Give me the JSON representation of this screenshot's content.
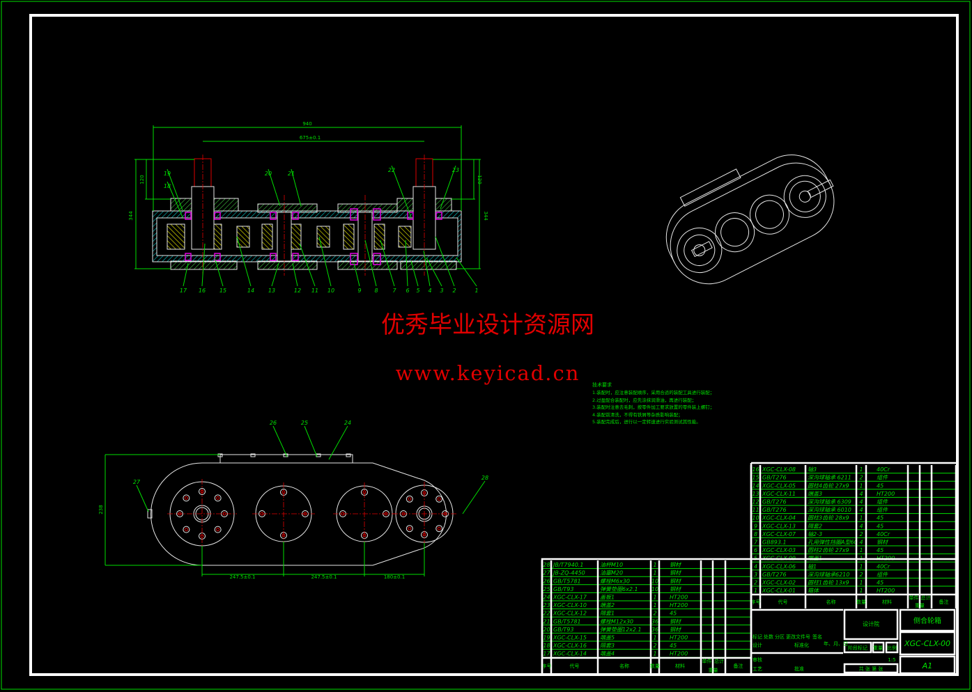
{
  "watermark": {
    "title": "优秀毕业设计资源网",
    "url": "www.keyicad.cn",
    "color": "#e00000"
  },
  "colors": {
    "frame": "#00e000",
    "outline": "#e8e8e8",
    "centerline": "#e00000",
    "hatch_housing": "#00c8c8",
    "hatch_gear": "#d8d800",
    "bearing": "#e000e0"
  },
  "dimensions": {
    "top_overall_length": "940",
    "top_center_distance": "675±0.1",
    "top_height_left": "344",
    "top_height_right": "344",
    "top_shaft_left": "120",
    "top_shaft_right": "120",
    "front_height": "238",
    "front_spacing_1": "247.5±0.1",
    "front_spacing_2": "247.5±0.1",
    "front_spacing_3": "180±0.1"
  },
  "balloons": {
    "top_view": [
      "1",
      "2",
      "3",
      "4",
      "5",
      "6",
      "7",
      "8",
      "9",
      "10",
      "11",
      "12",
      "13",
      "14",
      "15",
      "16",
      "17",
      "18",
      "19",
      "20",
      "21",
      "22",
      "23"
    ],
    "front_view": [
      "24",
      "25",
      "26",
      "27",
      "28"
    ]
  },
  "technical_requirements": {
    "title": "技术要求",
    "items": [
      "1.装配时，应注意装配顺序，采用合适的装配工具进行装配；",
      "2.过盈配合装配时，应先涂抹润滑油，再进行装配；",
      "3.装配时注意去毛刺，按零件加工要求放置的零件装上螺钉；",
      "4.装配前清洗，不得有铁屑等杂质影响装配；",
      "5.装配完成后，进行以一定转速进行实验测试其性能。"
    ]
  },
  "bom_header": {
    "seq": "序号",
    "code": "代号",
    "name": "名称",
    "qty": "数量",
    "material": "材料",
    "single": "单件",
    "total": "总计",
    "weight": "重量",
    "remark": "备注"
  },
  "bom_right": [
    [
      "16",
      "XGC-CLX-08",
      "轴3",
      "1",
      "40Cr"
    ],
    [
      "15",
      "GB/T276",
      "深沟球轴承 6211",
      "2",
      "组件"
    ],
    [
      "14",
      "XGC-CLX-05",
      "圆柱4齿轮 27x9",
      "1",
      "45"
    ],
    [
      "13",
      "XGC-CLX-11",
      "端盖3",
      "4",
      "HT200"
    ],
    [
      "12",
      "GB/T276",
      "深沟球轴承 6309",
      "4",
      "组件"
    ],
    [
      "11",
      "GB/T276",
      "深沟球轴承 6010",
      "4",
      "组件"
    ],
    [
      "10",
      "XGC-CLX-04",
      "圆柱3齿轮 28x9",
      "1",
      "45"
    ],
    [
      "9",
      "XGC-CLX-13",
      "隔套2",
      "4",
      "45"
    ],
    [
      "8",
      "XGC-CLX-07",
      "轴2-3",
      "2",
      "40Cr"
    ],
    [
      "7",
      "GB893.1",
      "孔用弹性挡圈A型60",
      "4",
      "钢材"
    ],
    [
      "6",
      "XGC-CLX-03",
      "圆柱2齿轮 27x9",
      "1",
      "45"
    ],
    [
      "5",
      "XGC-CLX-09",
      "端盖1",
      "1",
      "HT200"
    ],
    [
      "4",
      "XGC-CLX-06",
      "轴1",
      "1",
      "40Cr"
    ],
    [
      "3",
      "GB/T276",
      "深沟球轴承6210",
      "2",
      "组件"
    ],
    [
      "2",
      "XGC-CLX-02",
      "圆柱1齿轮 13x9",
      "1",
      "45"
    ],
    [
      "1",
      "XGC-CLX-01",
      "箱体",
      "1",
      "HT200"
    ]
  ],
  "bom_left": [
    [
      "28",
      "JB/T7940.1",
      "油杯M10",
      "1",
      "钢材"
    ],
    [
      "27",
      "JB-ZQ-4450",
      "油塞M20",
      "1",
      "钢材"
    ],
    [
      "26",
      "GB/T5781",
      "螺栓M6x30",
      "10",
      "钢材"
    ],
    [
      "25",
      "GB/T93",
      "弹簧垫圈6x2.1",
      "10",
      "钢材"
    ],
    [
      "24",
      "XGC-CLX-17",
      "盖板1",
      "1",
      "HT200"
    ],
    [
      "23",
      "XGC-CLX-10",
      "端盖2",
      "1",
      "HT200"
    ],
    [
      "22",
      "XGC-CLX-12",
      "隔套1",
      "2",
      "45"
    ],
    [
      "21",
      "GB/T5781",
      "螺栓M12x30",
      "36",
      "钢材"
    ],
    [
      "20",
      "GB/T93",
      "弹簧垫圈12x2.1",
      "36",
      "钢材"
    ],
    [
      "19",
      "XGC-CLX-15",
      "端盖5",
      "1",
      "HT200"
    ],
    [
      "18",
      "XGC-CLX-16",
      "隔套3",
      "2",
      "45"
    ],
    [
      "17",
      "XGC-CLX-14",
      "端盖4",
      "1",
      "HT200"
    ]
  ],
  "title_block": {
    "organization": "设计院",
    "drawing_name": "侧合轮箱",
    "drawing_number": "XGC-CLX-00",
    "sheet_size": "A1",
    "labels": {
      "mark": "标记",
      "count": "处数",
      "zone": "分区",
      "change_doc": "更改文件号",
      "signature": "签名",
      "date": "年、月、日",
      "design": "设计",
      "standardization": "标准化",
      "review": "审核",
      "process": "工艺",
      "approve": "批准",
      "stage_mark": "阶段标记",
      "weight": "重量",
      "scale": "比例",
      "sheet_info": "共 张 第 张"
    },
    "scale_value": "1:5"
  }
}
